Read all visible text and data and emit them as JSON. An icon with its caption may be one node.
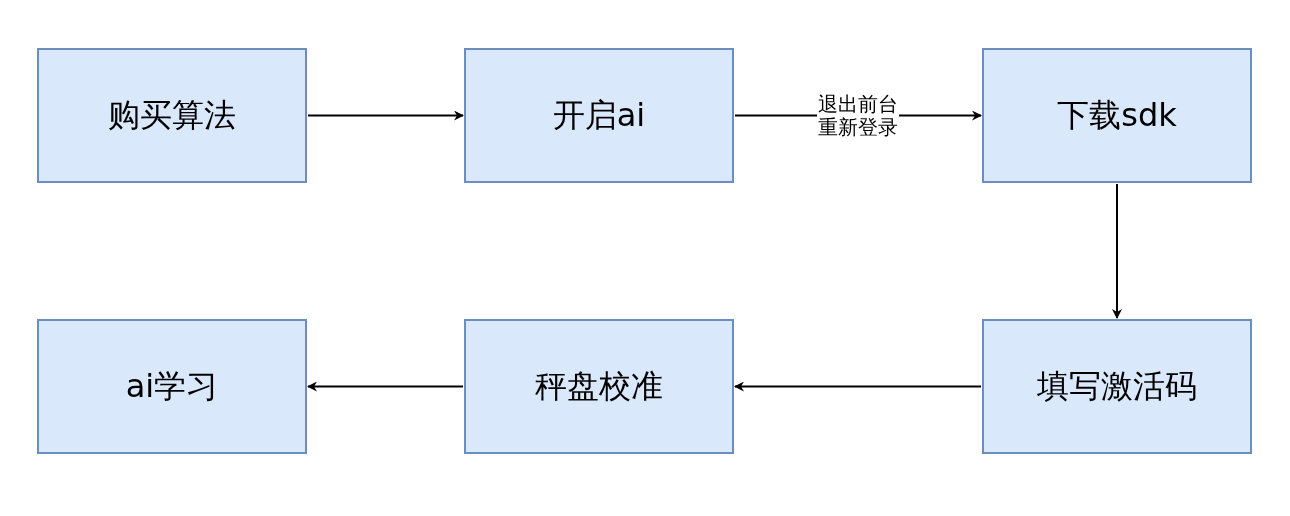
{
  "diagram": {
    "nodes": [
      {
        "text": [
          "购买算法"
        ]
      },
      {
        "text": [
          "开启ai"
        ]
      },
      {
        "text": [
          "下载sdk"
        ]
      },
      {
        "text": [
          "填写激活码"
        ]
      },
      {
        "text": [
          "秤盘校准"
        ]
      },
      {
        "text": [
          "ai学习"
        ]
      }
    ],
    "edges": [
      {
        "from": 0,
        "to": 1,
        "arrow": "to"
      },
      {
        "from": 1,
        "to": 2,
        "arrow": "to",
        "label": "退出前台重新登录"
      },
      {
        "from": 2,
        "to": 3,
        "arrow": "to"
      },
      {
        "from": 3,
        "to": 4,
        "arrow": "to"
      },
      {
        "from": 4,
        "to": 5,
        "arrow": "to"
      }
    ]
  }
}
